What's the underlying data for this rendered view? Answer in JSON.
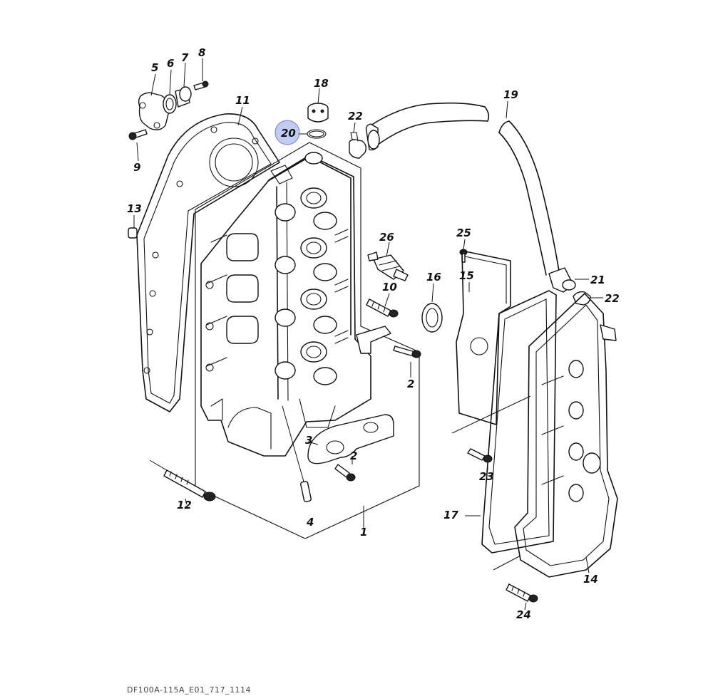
{
  "diagram": {
    "callouts": {
      "p1": "1",
      "p2a": "2",
      "p2b": "2",
      "p3": "3",
      "p4": "4",
      "p5": "5",
      "p6": "6",
      "p7": "7",
      "p8": "8",
      "p9": "9",
      "p10": "10",
      "p11": "11",
      "p12": "12",
      "p13": "13",
      "p14": "14",
      "p15": "15",
      "p16": "16",
      "p17": "17",
      "p18": "18",
      "p19": "19",
      "p20": "20",
      "p21": "21",
      "p22a": "22",
      "p22b": "22",
      "p23": "23",
      "p24": "24",
      "p25": "25",
      "p26": "26"
    },
    "selected_callout": "20",
    "highlight_color": "#8fa2e3"
  },
  "footer": {
    "code": "DF100A-115A_E01_717_1114"
  }
}
